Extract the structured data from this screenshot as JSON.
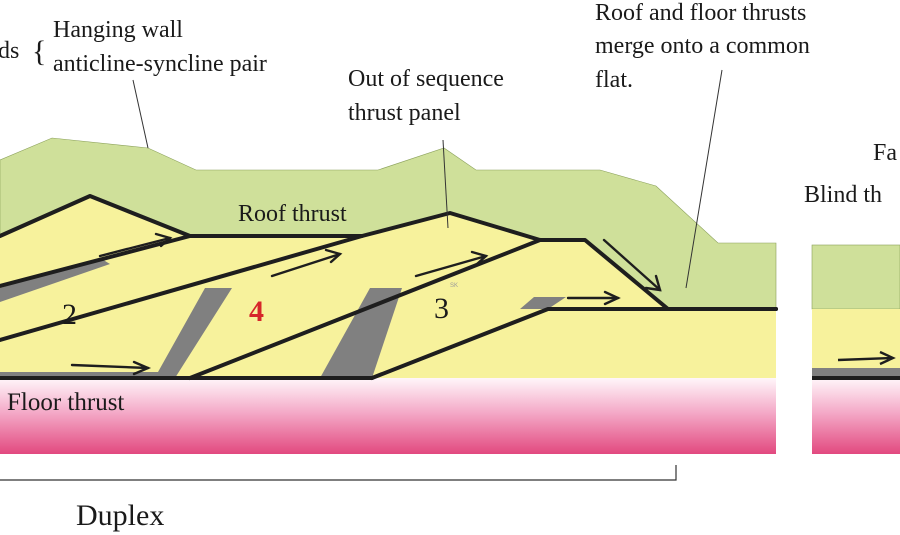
{
  "labels": {
    "folds_fragment": "ds",
    "brace": "{",
    "hanging_wall_line1": "Hanging wall",
    "hanging_wall_line2": "anticline-syncline pair",
    "out_of_sequence_line1": "Out of sequence",
    "out_of_sequence_line2": "thrust panel",
    "roof_floor_merge_line1": "Roof and floor thrusts",
    "roof_floor_merge_line2": "merge onto a common",
    "roof_floor_merge_line3": "flat.",
    "roof_thrust": "Roof thrust",
    "floor_thrust": "Floor thrust",
    "duplex": "Duplex",
    "right_fragment_line1": "Fa",
    "right_fragment_line2": "Blind th",
    "watermark": "SK"
  },
  "panels": {
    "panel_2": "2",
    "panel_4": "4",
    "panel_3": "3"
  },
  "colors": {
    "hanging_wall_green": "#cfe09a",
    "duplex_yellow": "#f7f29c",
    "basement_pink_top": "#fff6fa",
    "basement_pink_bottom": "#e2497f",
    "fault_line": "#1e1e1e",
    "ramp_grey": "#7f7f7f",
    "highlight_red": "#d6262a"
  }
}
